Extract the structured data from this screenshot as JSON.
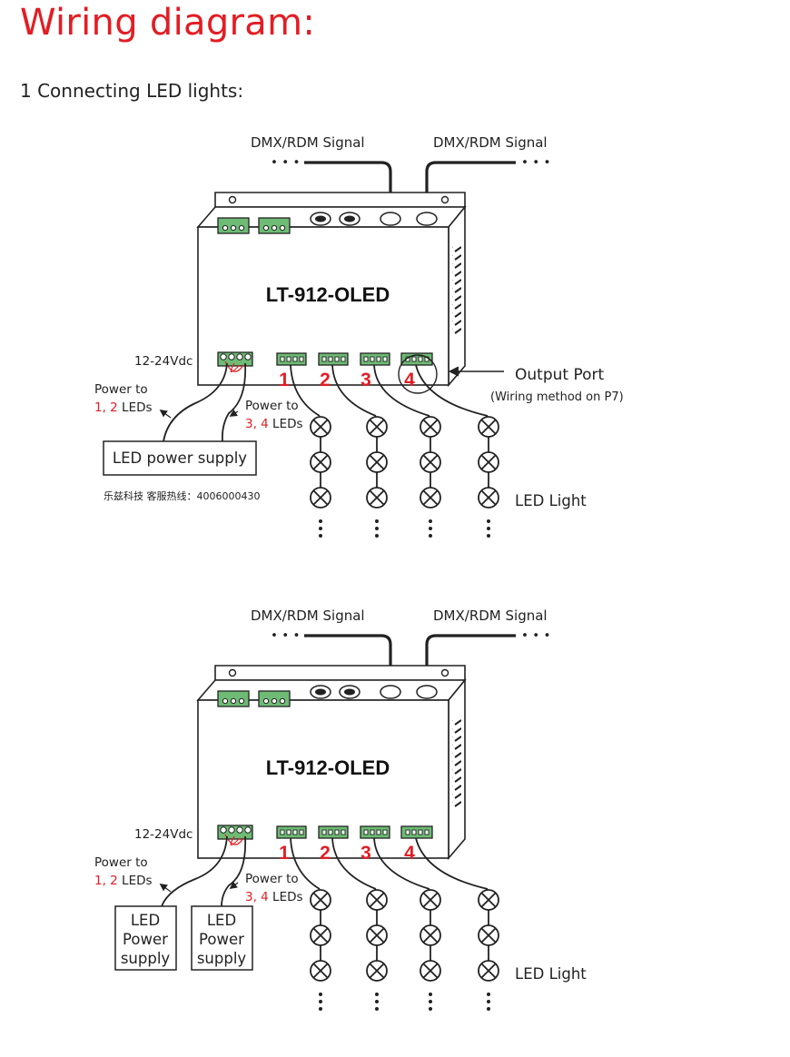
{
  "page": {
    "title": "Wiring diagram:",
    "subtitle": "1 Connecting LED lights:"
  },
  "diagram1": {
    "signal_left": "DMX/RDM Signal",
    "signal_right": "DMX/RDM Signal",
    "ellipsis": "• • •",
    "model": "LT-912-OLED",
    "voltage": "12-24Vdc",
    "ports": [
      "1",
      "2",
      "3",
      "4"
    ],
    "output_port": "Output Port",
    "output_port_note": "(Wiring method on P7)",
    "power_to_a": "Power to",
    "power_to_a_nums": "1, 2",
    "power_to_a_suffix": " LEDs",
    "power_to_b": "Power to",
    "power_to_b_nums": "3, 4",
    "power_to_b_suffix": " LEDs",
    "power_supply": "LED power supply",
    "hotline": "乐兹科技 客服热线：4006000430",
    "led_light": "LED Light"
  },
  "diagram2": {
    "signal_left": "DMX/RDM Signal",
    "signal_right": "DMX/RDM Signal",
    "ellipsis": "• • •",
    "model": "LT-912-OLED",
    "voltage": "12-24Vdc",
    "ports": [
      "1",
      "2",
      "3",
      "4"
    ],
    "power_to_a": "Power to",
    "power_to_a_nums": "1, 2",
    "power_to_a_suffix": " LEDs",
    "power_to_b": "Power to",
    "power_to_b_nums": "3, 4",
    "power_to_b_suffix": " LEDs",
    "supply_line1": "LED",
    "supply_line2": "Power",
    "supply_line3": "supply",
    "led_light": "LED Light"
  },
  "colors": {
    "title": "#e21d24",
    "port_numbers": "#e21d24",
    "terminal": "#5fb56a"
  }
}
